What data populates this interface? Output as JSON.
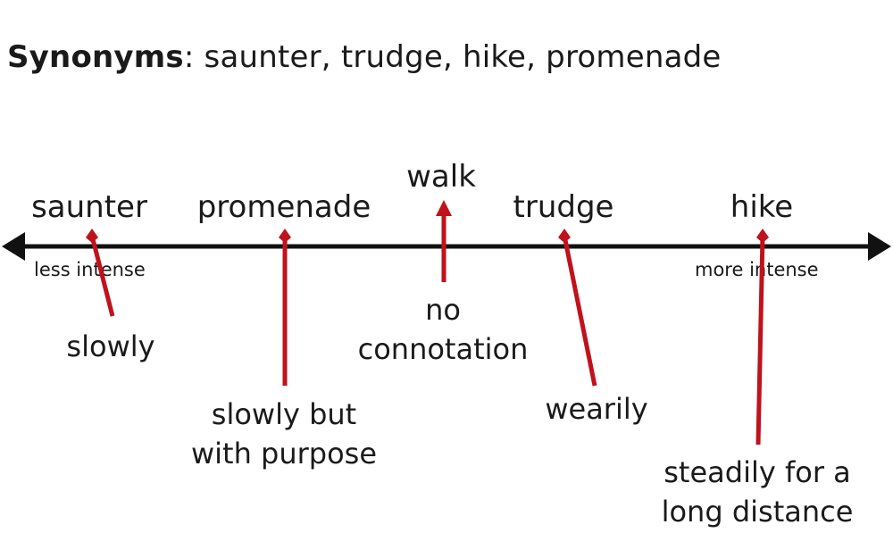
{
  "title": {
    "label": "Synonyms",
    "separator": ":",
    "words": "saunter, trudge, hike, promenade"
  },
  "scale": {
    "left_label": "less intense",
    "right_label": "more intense"
  },
  "words": [
    {
      "id": "saunter",
      "word": "saunter",
      "connotation": [
        "slowly"
      ]
    },
    {
      "id": "promenade",
      "word": "promenade",
      "connotation": [
        "slowly but",
        "with purpose"
      ]
    },
    {
      "id": "walk",
      "word": "walk",
      "connotation": [
        "no",
        "connotation"
      ]
    },
    {
      "id": "trudge",
      "word": "trudge",
      "connotation": [
        "wearily"
      ]
    },
    {
      "id": "hike",
      "word": "hike",
      "connotation": [
        "steadily for a",
        "long distance"
      ]
    }
  ],
  "colors": {
    "axis": "#111111",
    "pointer": "#c0121c",
    "text": "#1a1a1a"
  }
}
